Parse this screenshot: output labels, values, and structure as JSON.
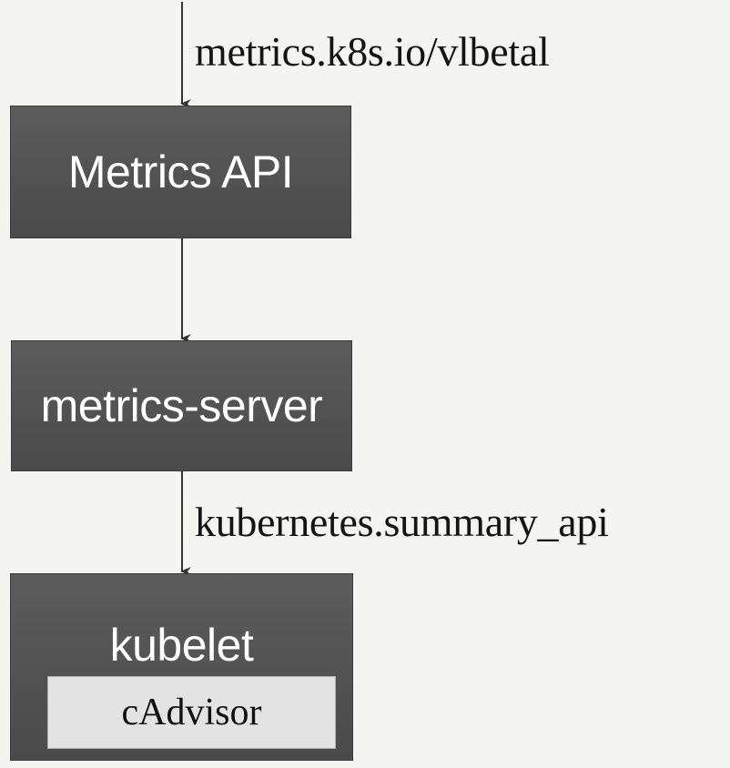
{
  "edges": {
    "top_label": "metrics.k8s.io/vlbetal",
    "bottom_label": "kubernetes.summary_api"
  },
  "nodes": {
    "metrics_api": "Metrics API",
    "metrics_server": "metrics-server",
    "kubelet": "kubelet",
    "cadvisor": "cAdvisor"
  }
}
